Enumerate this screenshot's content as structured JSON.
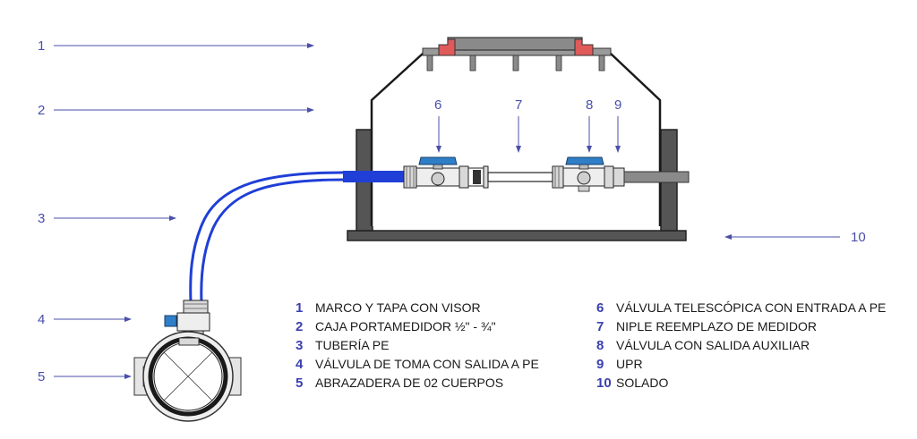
{
  "callouts": {
    "left": [
      "1",
      "2",
      "3",
      "4",
      "5"
    ],
    "top": [
      "6",
      "7",
      "8",
      "9"
    ],
    "right": "10"
  },
  "legend": [
    {
      "num": "1",
      "text": "MARCO Y TAPA CON VISOR"
    },
    {
      "num": "2",
      "text": "CAJA PORTAMEDIDOR ½\" - ¾\""
    },
    {
      "num": "3",
      "text": "TUBERÍA PE"
    },
    {
      "num": "4",
      "text": "VÁLVULA DE TOMA CON SALIDA A PE"
    },
    {
      "num": "5",
      "text": "ABRAZADERA DE 02 CUERPOS"
    },
    {
      "num": "6",
      "text": "VÁLVULA TELESCÓPICA CON ENTRADA A PE"
    },
    {
      "num": "7",
      "text": "NIPLE REEMPLAZO DE MEDIDOR"
    },
    {
      "num": "8",
      "text": "VÁLVULA CON SALIDA AUXILIAR"
    },
    {
      "num": "9",
      "text": "UPR"
    },
    {
      "num": "10",
      "text": "SOLADO"
    }
  ],
  "colors": {
    "callout": "#4a4fa8",
    "pipe_blue": "#1f3fd6",
    "lid_gray": "#8a8a8a",
    "lid_red": "#e05a5a",
    "wall_dark": "#4a4a4a",
    "handle_blue": "#2f7fc8"
  }
}
